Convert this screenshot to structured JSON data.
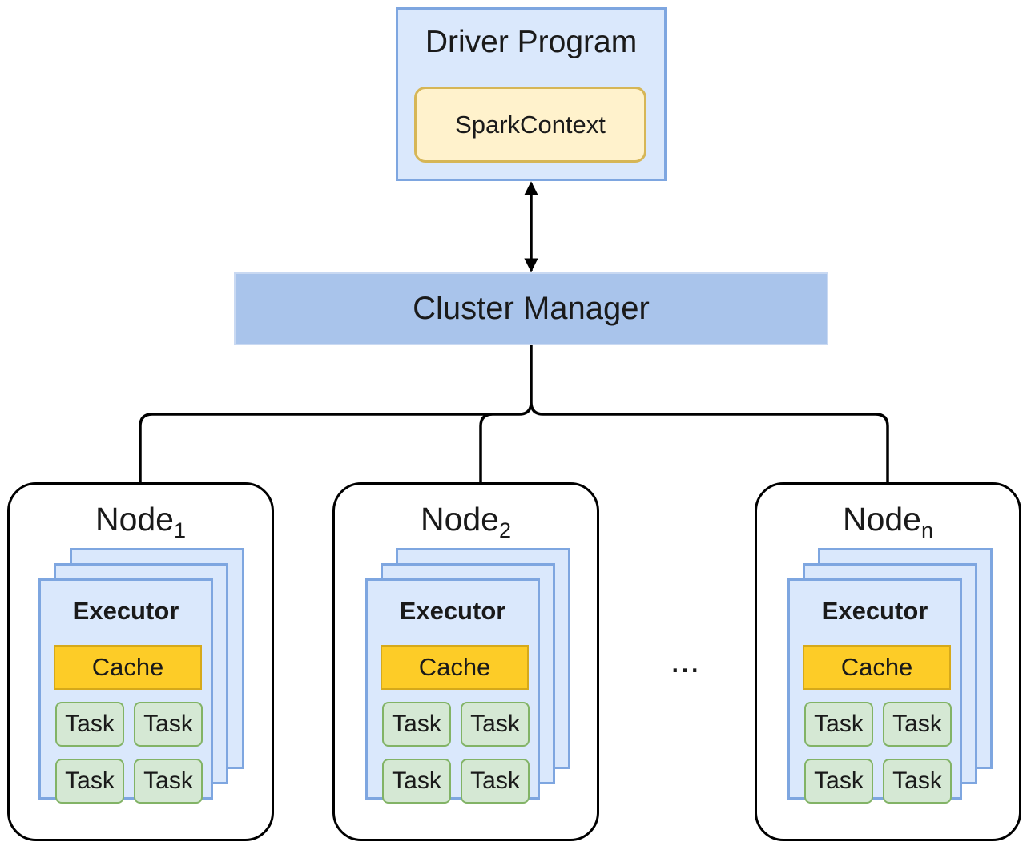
{
  "driver": {
    "title": "Driver Program",
    "context": "SparkContext"
  },
  "cluster_manager": {
    "label": "Cluster Manager"
  },
  "nodes": [
    {
      "base": "Node",
      "sub": "1"
    },
    {
      "base": "Node",
      "sub": "2"
    },
    {
      "base": "Node",
      "sub": "n"
    }
  ],
  "executor": {
    "title": "Executor",
    "cache": "Cache",
    "tasks": [
      "Task",
      "Task",
      "Task",
      "Task"
    ]
  },
  "ellipsis": "..."
}
